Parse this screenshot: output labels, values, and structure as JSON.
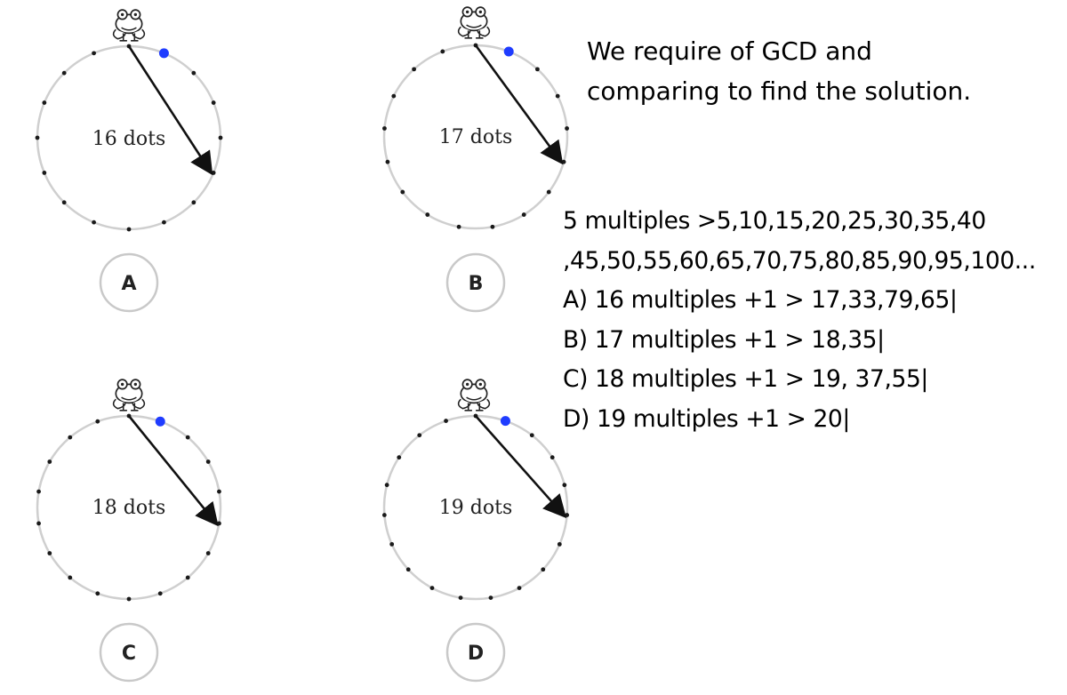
{
  "puzzles": [
    {
      "option": "A",
      "dots": 16,
      "label": "16 dots"
    },
    {
      "option": "B",
      "dots": 17,
      "label": "17 dots"
    },
    {
      "option": "C",
      "dots": 18,
      "label": "18 dots"
    },
    {
      "option": "D",
      "dots": 19,
      "label": "19 dots"
    }
  ],
  "notes": {
    "intro": [
      "We require of GCD and",
      "comparing to find the solution."
    ],
    "work": [
      "5 multiples >5,10,15,20,25,30,35,40",
      ",45,50,55,60,65,70,75,80,85,90,95,100...",
      "A) 16 multiples +1 > 17,33,79,65|",
      "B) 17 multiples +1 > 18,35|",
      "C) 18 multiples +1 > 19, 37,55|",
      "D) 19 multiples +1 > 20|"
    ]
  },
  "colors": {
    "ring": "#cfcfcf",
    "dot": "#1a1a1a",
    "highlight_dot": "#1f3cff",
    "arrow": "#111111",
    "option_ring": "#c9c9c9"
  },
  "icons": {
    "frog": "frog-icon"
  }
}
